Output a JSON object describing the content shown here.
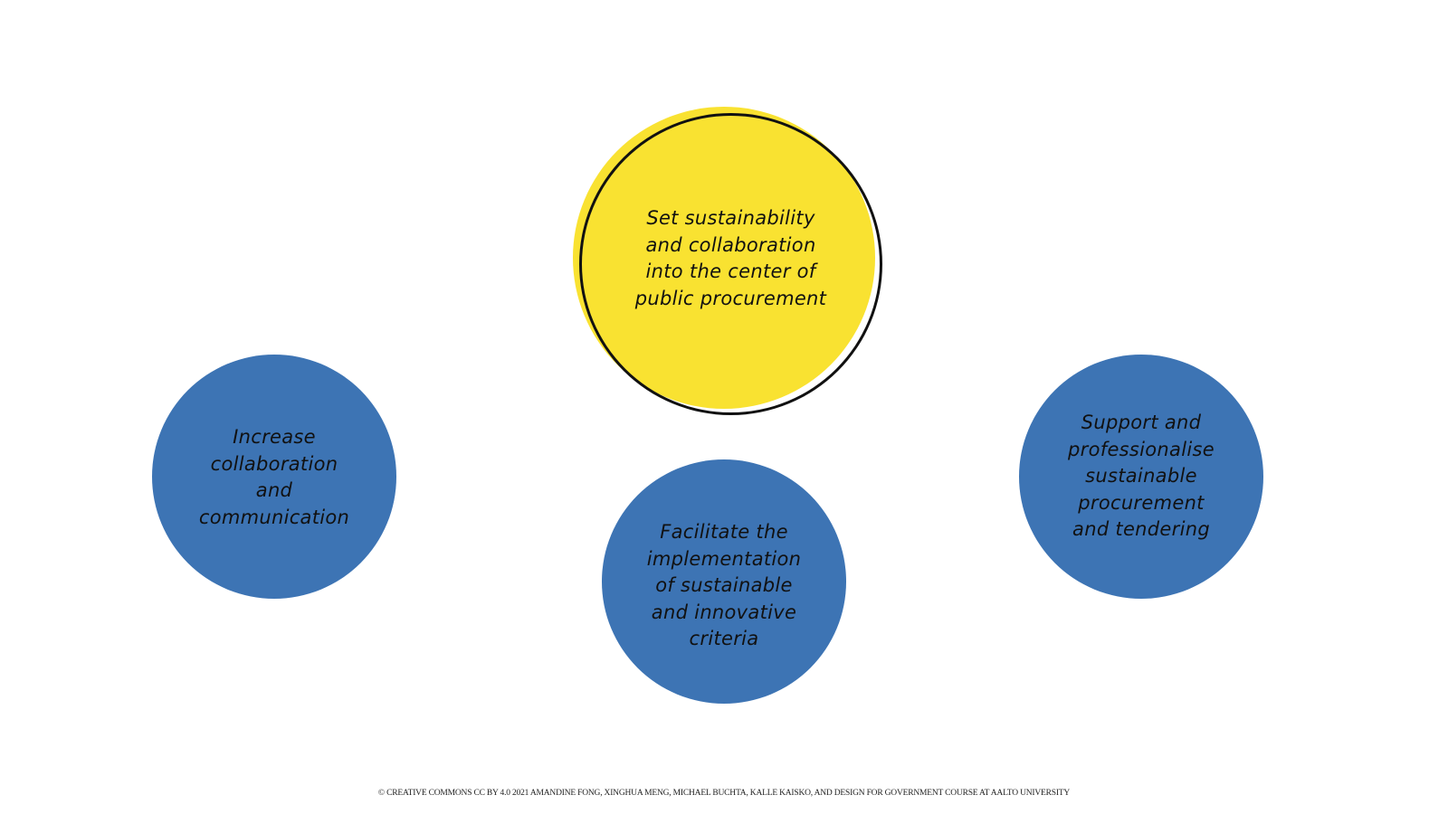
{
  "colors": {
    "yellow": "#f9e231",
    "blue": "#3d74b4",
    "ring": "#111111"
  },
  "center_goal": {
    "label": "Set sustainability and collaboration into the center of public procurement",
    "lines": [
      "Set sustainability",
      "and collaboration",
      "into the center of",
      "public procurement"
    ]
  },
  "goals": [
    {
      "lines": [
        "Increase",
        "collaboration",
        "and",
        "communication"
      ]
    },
    {
      "lines": [
        "Facilitate the",
        "implementation",
        "of sustainable",
        "and innovative",
        "criteria"
      ]
    },
    {
      "lines": [
        "Support and",
        "professionalise",
        "sustainable",
        "procurement",
        "and tendering"
      ]
    }
  ],
  "footer": "© CREATIVE COMMONS CC BY 4.0 2021 AMANDINE FONG, XINGHUA MENG, MICHAEL BUCHTA, KALLE KAISKO, AND DESIGN FOR GOVERNMENT COURSE AT AALTO UNIVERSITY"
}
